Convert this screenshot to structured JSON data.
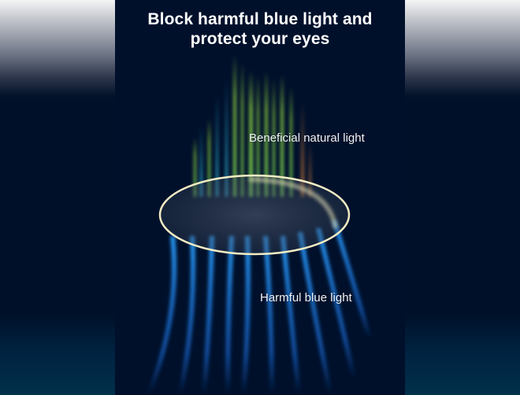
{
  "image": {
    "title_line1": "Block harmful blue light and",
    "title_line2": "protect your eyes",
    "labels": {
      "beneficial": "Beneficial natural light",
      "harmful": "Harmful blue light"
    },
    "graphic": {
      "lens": "lens-ellipse",
      "upper_beams": "natural-light-beams",
      "lower_beams": "blue-light-beams"
    },
    "colors": {
      "background": "#00102b",
      "lens_rim": "#f3ecc4",
      "natural_light_green": "#8be04a",
      "natural_light_orange": "#e0843a",
      "blue_light": "#1e90ff",
      "text": "#ffffff"
    }
  }
}
